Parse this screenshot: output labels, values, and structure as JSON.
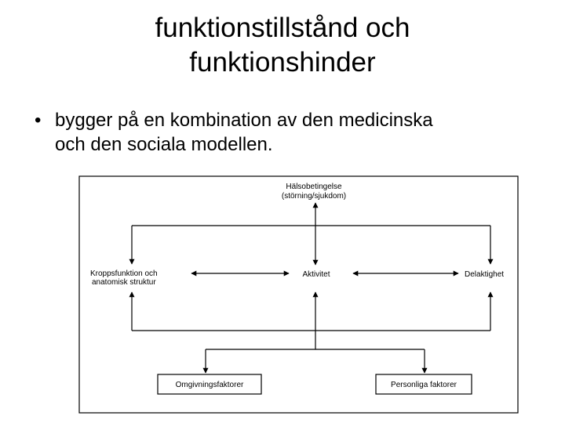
{
  "slide": {
    "title_line1": "funktionstillstånd och",
    "title_line2": "funktionshinder",
    "bullet_symbol": "•",
    "bullet_line1": "bygger på en kombination av den medicinska",
    "bullet_line2": "och den sociala modellen."
  },
  "diagram": {
    "health_condition_line1": "Hälsobetingelse",
    "health_condition_line2": "(störning/sjukdom)",
    "body_function_line1": "Kroppsfunktion och",
    "body_function_line2": "anatomisk struktur",
    "activity": "Aktivitet",
    "participation": "Delaktighet",
    "environmental_factors": "Omgivningsfaktorer",
    "personal_factors": "Personliga faktorer"
  }
}
